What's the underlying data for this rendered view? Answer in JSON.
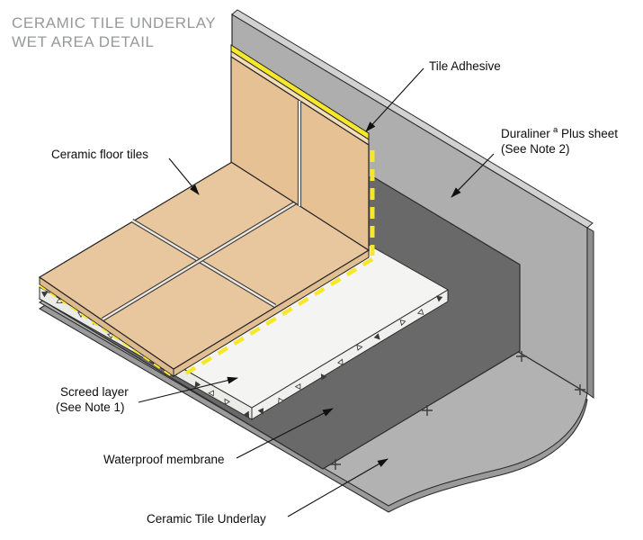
{
  "title": {
    "line1": "CERAMIC TILE UNDERLAY",
    "line2": "WET AREA DETAIL"
  },
  "labels": {
    "tile_adhesive": "Tile Adhesive",
    "duraliner_name": "Duraliner",
    "duraliner_superscript": "a",
    "duraliner_suffix": "Plus sheet",
    "duraliner_note": "(See Note 2)",
    "ceramic_floor_tiles": "Ceramic floor tiles",
    "screed_layer": "Screed layer",
    "screed_note": "(See Note 1)",
    "waterproof_membrane": "Waterproof membrane",
    "ceramic_tile_underlay": "Ceramic Tile Underlay"
  },
  "colors": {
    "title_text": "#97999b",
    "label_text": "#0d0d0d",
    "tile_top": "#e9c79e",
    "tile_side": "#ddba8e",
    "tile_wall": "#e6c193",
    "tile_bevel": "#f2dcba",
    "adhesive_yellow": "#f6e72b",
    "wall_sheet": "#aeaeae",
    "wall_sheet_top": "#d2d2d2",
    "wall_sheet_edge": "#8e8e8e",
    "underlay": "#b2b2b2",
    "underlay_edge": "#9a9a9a",
    "membrane": "#696969",
    "screed_top": "#f4f4f2",
    "screed_face": "#ebebe8",
    "background": "#ffffff"
  }
}
